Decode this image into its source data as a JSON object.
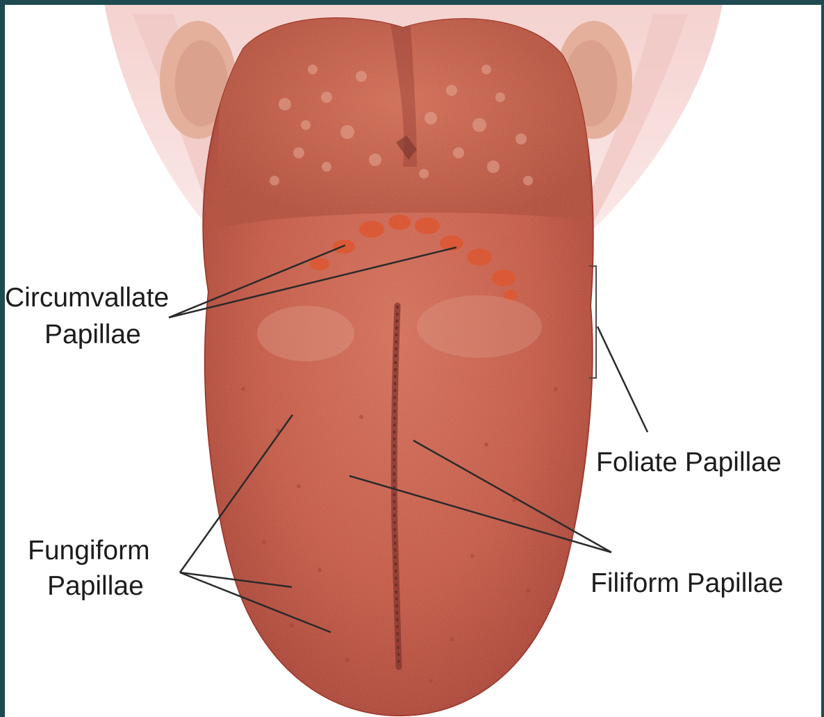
{
  "labels": {
    "circumvallate_line1": "Circumvallate",
    "circumvallate_line2": "Papillae",
    "foliate": "Foliate Papillae",
    "fungiform_line1": "Fungiform",
    "fungiform_line2": "Papillae",
    "filiform": "Filiform Papillae"
  },
  "colors": {
    "border": "#1f4a52",
    "background": "#ffffff",
    "tongue_base": "#c8523c",
    "tongue_dark": "#9c2f22",
    "tongue_light": "#e48a6f",
    "circumvallate_spots": "#e0481f",
    "leader_lines": "#2a2a2a"
  }
}
